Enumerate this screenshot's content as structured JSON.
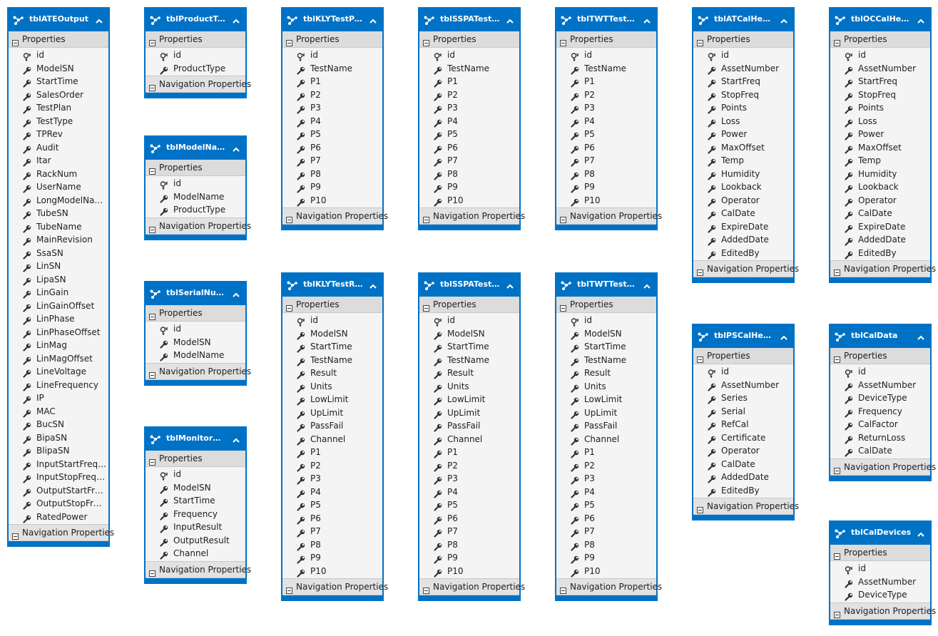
{
  "nav_label": "Navigation Properties",
  "props_label": "Properties",
  "colors": {
    "entity_header": "#0072c6",
    "section_header": "#dcdcdc",
    "property_bg": "#f4f4f4"
  },
  "entities": [
    {
      "name": "tblATEOutput",
      "key": "id",
      "properties": [
        "ModelSN",
        "StartTime",
        "SalesOrder",
        "TestPlan",
        "TestType",
        "TPRev",
        "Audit",
        "Itar",
        "RackNum",
        "UserName",
        "LongModelName",
        "TubeSN",
        "TubeName",
        "MainRevision",
        "SsaSN",
        "LinSN",
        "LipaSN",
        "LinGain",
        "LinGainOffset",
        "LinPhase",
        "LinPhaseOffset",
        "LinMag",
        "LinMagOffset",
        "LineVoltage",
        "LineFrequency",
        "IP",
        "MAC",
        "BucSN",
        "BipaSN",
        "BlipaSN",
        "InputStartFrequ...",
        "InputStopFrequ...",
        "OutputStartFreq...",
        "OutputStopFreq...",
        "RatedPower"
      ]
    },
    {
      "name": "tblProductTyp...",
      "key": "id",
      "properties": [
        "ProductType"
      ]
    },
    {
      "name": "tblModelNames",
      "key": "id",
      "properties": [
        "ModelName",
        "ProductType"
      ]
    },
    {
      "name": "tblSerialNum...",
      "key": "id",
      "properties": [
        "ModelSN",
        "ModelName"
      ]
    },
    {
      "name": "tblMonitorData",
      "key": "id",
      "properties": [
        "ModelSN",
        "StartTime",
        "Frequency",
        "InputResult",
        "OutputResult",
        "Channel"
      ]
    },
    {
      "name": "tblKLYTestPar...",
      "key": "id",
      "properties": [
        "TestName",
        "P1",
        "P2",
        "P3",
        "P4",
        "P5",
        "P6",
        "P7",
        "P8",
        "P9",
        "P10"
      ]
    },
    {
      "name": "tblKLYTestRes...",
      "key": "id",
      "properties": [
        "ModelSN",
        "StartTime",
        "TestName",
        "Result",
        "Units",
        "LowLimit",
        "UpLimit",
        "PassFail",
        "Channel",
        "P1",
        "P2",
        "P3",
        "P4",
        "P5",
        "P6",
        "P7",
        "P8",
        "P9",
        "P10"
      ]
    },
    {
      "name": "tblSSPATestP...",
      "key": "id",
      "properties": [
        "TestName",
        "P1",
        "P2",
        "P3",
        "P4",
        "P5",
        "P6",
        "P7",
        "P8",
        "P9",
        "P10"
      ]
    },
    {
      "name": "tblSSPATestR...",
      "key": "id",
      "properties": [
        "ModelSN",
        "StartTime",
        "TestName",
        "Result",
        "Units",
        "LowLimit",
        "UpLimit",
        "PassFail",
        "Channel",
        "P1",
        "P2",
        "P3",
        "P4",
        "P5",
        "P6",
        "P7",
        "P8",
        "P9",
        "P10"
      ]
    },
    {
      "name": "tblTWTTestPa...",
      "key": "id",
      "properties": [
        "TestName",
        "P1",
        "P2",
        "P3",
        "P4",
        "P5",
        "P6",
        "P7",
        "P8",
        "P9",
        "P10"
      ]
    },
    {
      "name": "tblTWTTestRe...",
      "key": "id",
      "properties": [
        "ModelSN",
        "StartTime",
        "TestName",
        "Result",
        "Units",
        "LowLimit",
        "UpLimit",
        "PassFail",
        "Channel",
        "P1",
        "P2",
        "P3",
        "P4",
        "P5",
        "P6",
        "P7",
        "P8",
        "P9",
        "P10"
      ]
    },
    {
      "name": "tblATCalHead...",
      "key": "id",
      "properties": [
        "AssetNumber",
        "StartFreq",
        "StopFreq",
        "Points",
        "Loss",
        "Power",
        "MaxOffset",
        "Temp",
        "Humidity",
        "Lookback",
        "Operator",
        "CalDate",
        "ExpireDate",
        "AddedDate",
        "EditedBy"
      ]
    },
    {
      "name": "tblPSCalHead...",
      "key": "id",
      "properties": [
        "AssetNumber",
        "Series",
        "Serial",
        "RefCal",
        "Certificate",
        "Operator",
        "CalDate",
        "AddedDate",
        "EditedBy"
      ]
    },
    {
      "name": "tblOCCalHead...",
      "key": "id",
      "properties": [
        "AssetNumber",
        "StartFreq",
        "StopFreq",
        "Points",
        "Loss",
        "Power",
        "MaxOffset",
        "Temp",
        "Humidity",
        "Lookback",
        "Operator",
        "CalDate",
        "ExpireDate",
        "AddedDate",
        "EditedBy"
      ]
    },
    {
      "name": "tblCalData",
      "key": "id",
      "properties": [
        "AssetNumber",
        "DeviceType",
        "Frequency",
        "CalFactor",
        "ReturnLoss",
        "CalDate"
      ]
    },
    {
      "name": "tblCalDevices",
      "key": "id",
      "properties": [
        "AssetNumber",
        "DeviceType"
      ]
    }
  ]
}
